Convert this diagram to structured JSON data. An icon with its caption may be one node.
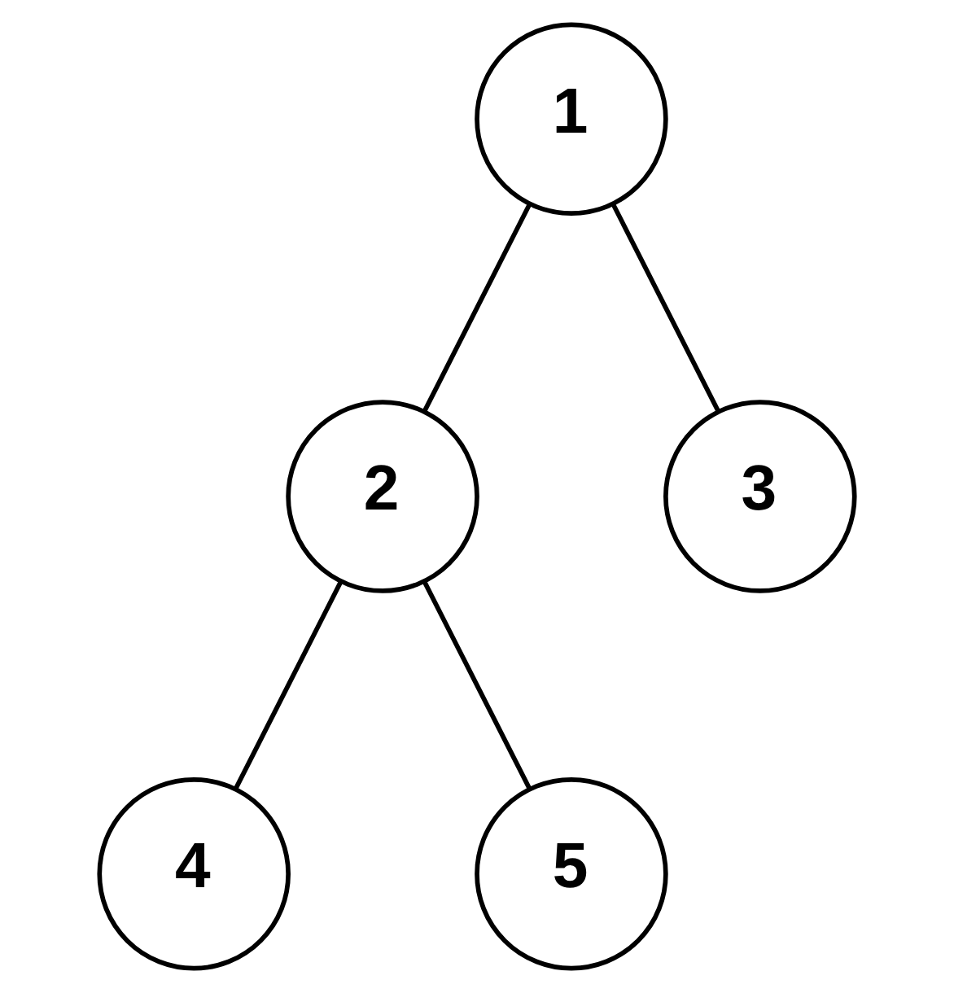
{
  "diagram": {
    "nodes": [
      {
        "text": [
          "1"
        ]
      },
      {
        "text": [
          "2"
        ]
      },
      {
        "text": [
          "3"
        ]
      },
      {
        "text": [
          "4"
        ]
      },
      {
        "text": [
          "5"
        ]
      }
    ],
    "edges": [
      {
        "from": 0,
        "to": 1,
        "arrow": "none"
      },
      {
        "from": 0,
        "to": 2,
        "arrow": "none"
      },
      {
        "from": 1,
        "to": 3,
        "arrow": "none"
      },
      {
        "from": 1,
        "to": 4,
        "arrow": "none"
      }
    ]
  }
}
